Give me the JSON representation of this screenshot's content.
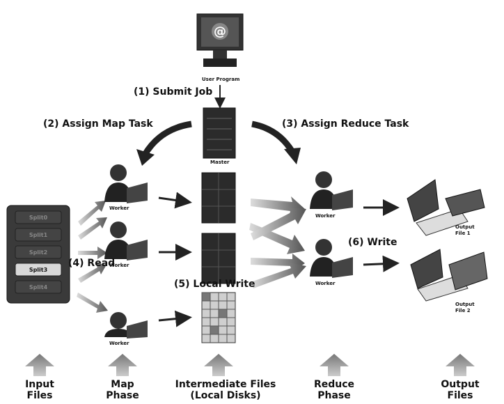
{
  "steps": {
    "submit": "(1) Submit Job",
    "assign_map": "(2) Assign Map Task",
    "assign_reduce": "(3) Assign Reduce Task",
    "read": "(4) Read",
    "local_write": "(5) Local Write",
    "write": "(6) Write"
  },
  "nodes": {
    "user_program": "User Program",
    "master": "Master",
    "worker": "Worker",
    "output_file_1": "Output File 1",
    "output_file_2": "Output File 2"
  },
  "splits": [
    "Split0",
    "Split1",
    "Split2",
    "Split3",
    "Split4"
  ],
  "phases": [
    {
      "line1": "Input",
      "line2": "Files"
    },
    {
      "line1": "Map",
      "line2": "Phase"
    },
    {
      "line1": "Intermediate Files",
      "line2": "(Local Disks)"
    },
    {
      "line1": "Reduce",
      "line2": "Phase"
    },
    {
      "line1": "Output",
      "line2": "Files"
    }
  ],
  "colors": {
    "arrow": "#333333",
    "server": "#2b2b2b",
    "phase_arrow": "#8a8a8a"
  }
}
